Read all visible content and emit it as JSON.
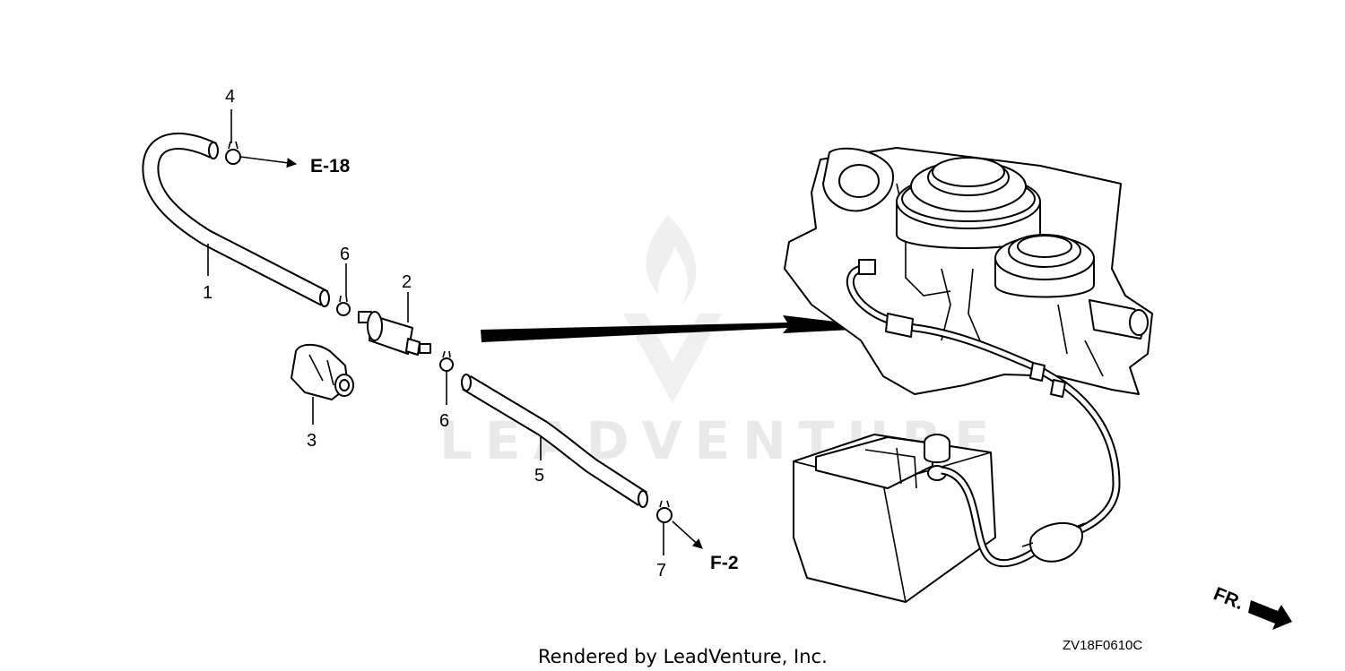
{
  "diagram": {
    "callouts": [
      {
        "id": "1",
        "label": "1"
      },
      {
        "id": "2",
        "label": "2"
      },
      {
        "id": "3",
        "label": "3"
      },
      {
        "id": "4",
        "label": "4"
      },
      {
        "id": "5",
        "label": "5"
      },
      {
        "id": "6a",
        "label": "6"
      },
      {
        "id": "6b",
        "label": "6"
      },
      {
        "id": "7",
        "label": "7"
      }
    ],
    "references": {
      "e18": "E-18",
      "f2": "F-2"
    },
    "direction_label": "FR.",
    "drawing_code": "ZV18F0610C",
    "watermark": "LEADVENTURE",
    "footer": "Rendered by LeadVenture, Inc."
  }
}
